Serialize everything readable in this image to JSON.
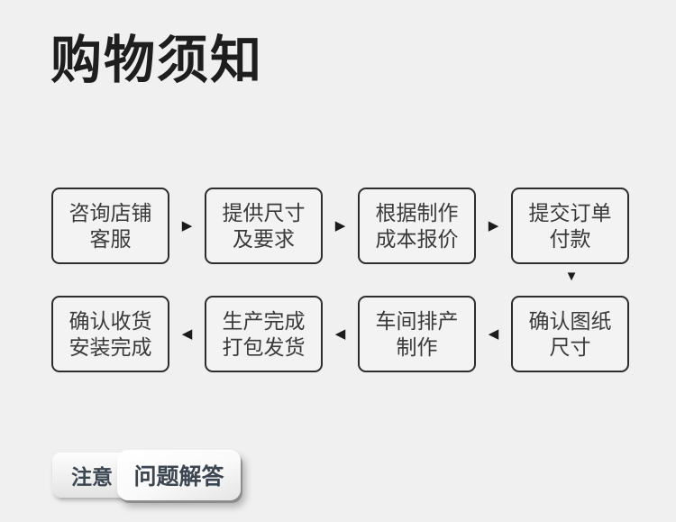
{
  "title": "购物须知",
  "flow": {
    "arrow_right": "▶",
    "arrow_left": "◀",
    "arrow_down": "▼",
    "row1": [
      {
        "line1": "咨询店铺",
        "line2": "客服"
      },
      {
        "line1": "提供尺寸",
        "line2": "及要求"
      },
      {
        "line1": "根据制作",
        "line2": "成本报价"
      },
      {
        "line1": "提交订单",
        "line2": "付款"
      }
    ],
    "row2": [
      {
        "line1": "确认收货",
        "line2": "安装完成"
      },
      {
        "line1": "生产完成",
        "line2": "打包发货"
      },
      {
        "line1": "车间排产",
        "line2": "制作"
      },
      {
        "line1": "确认图纸",
        "line2": "尺寸"
      }
    ]
  },
  "footer": {
    "notice_label": "注意",
    "qa_label": "问题解答"
  },
  "colors": {
    "background": "#f0f0f0",
    "box_border": "#2d2d2d",
    "box_text": "#3a3a3a",
    "title_text": "#1e1e1e",
    "button_text": "#3b4651"
  }
}
